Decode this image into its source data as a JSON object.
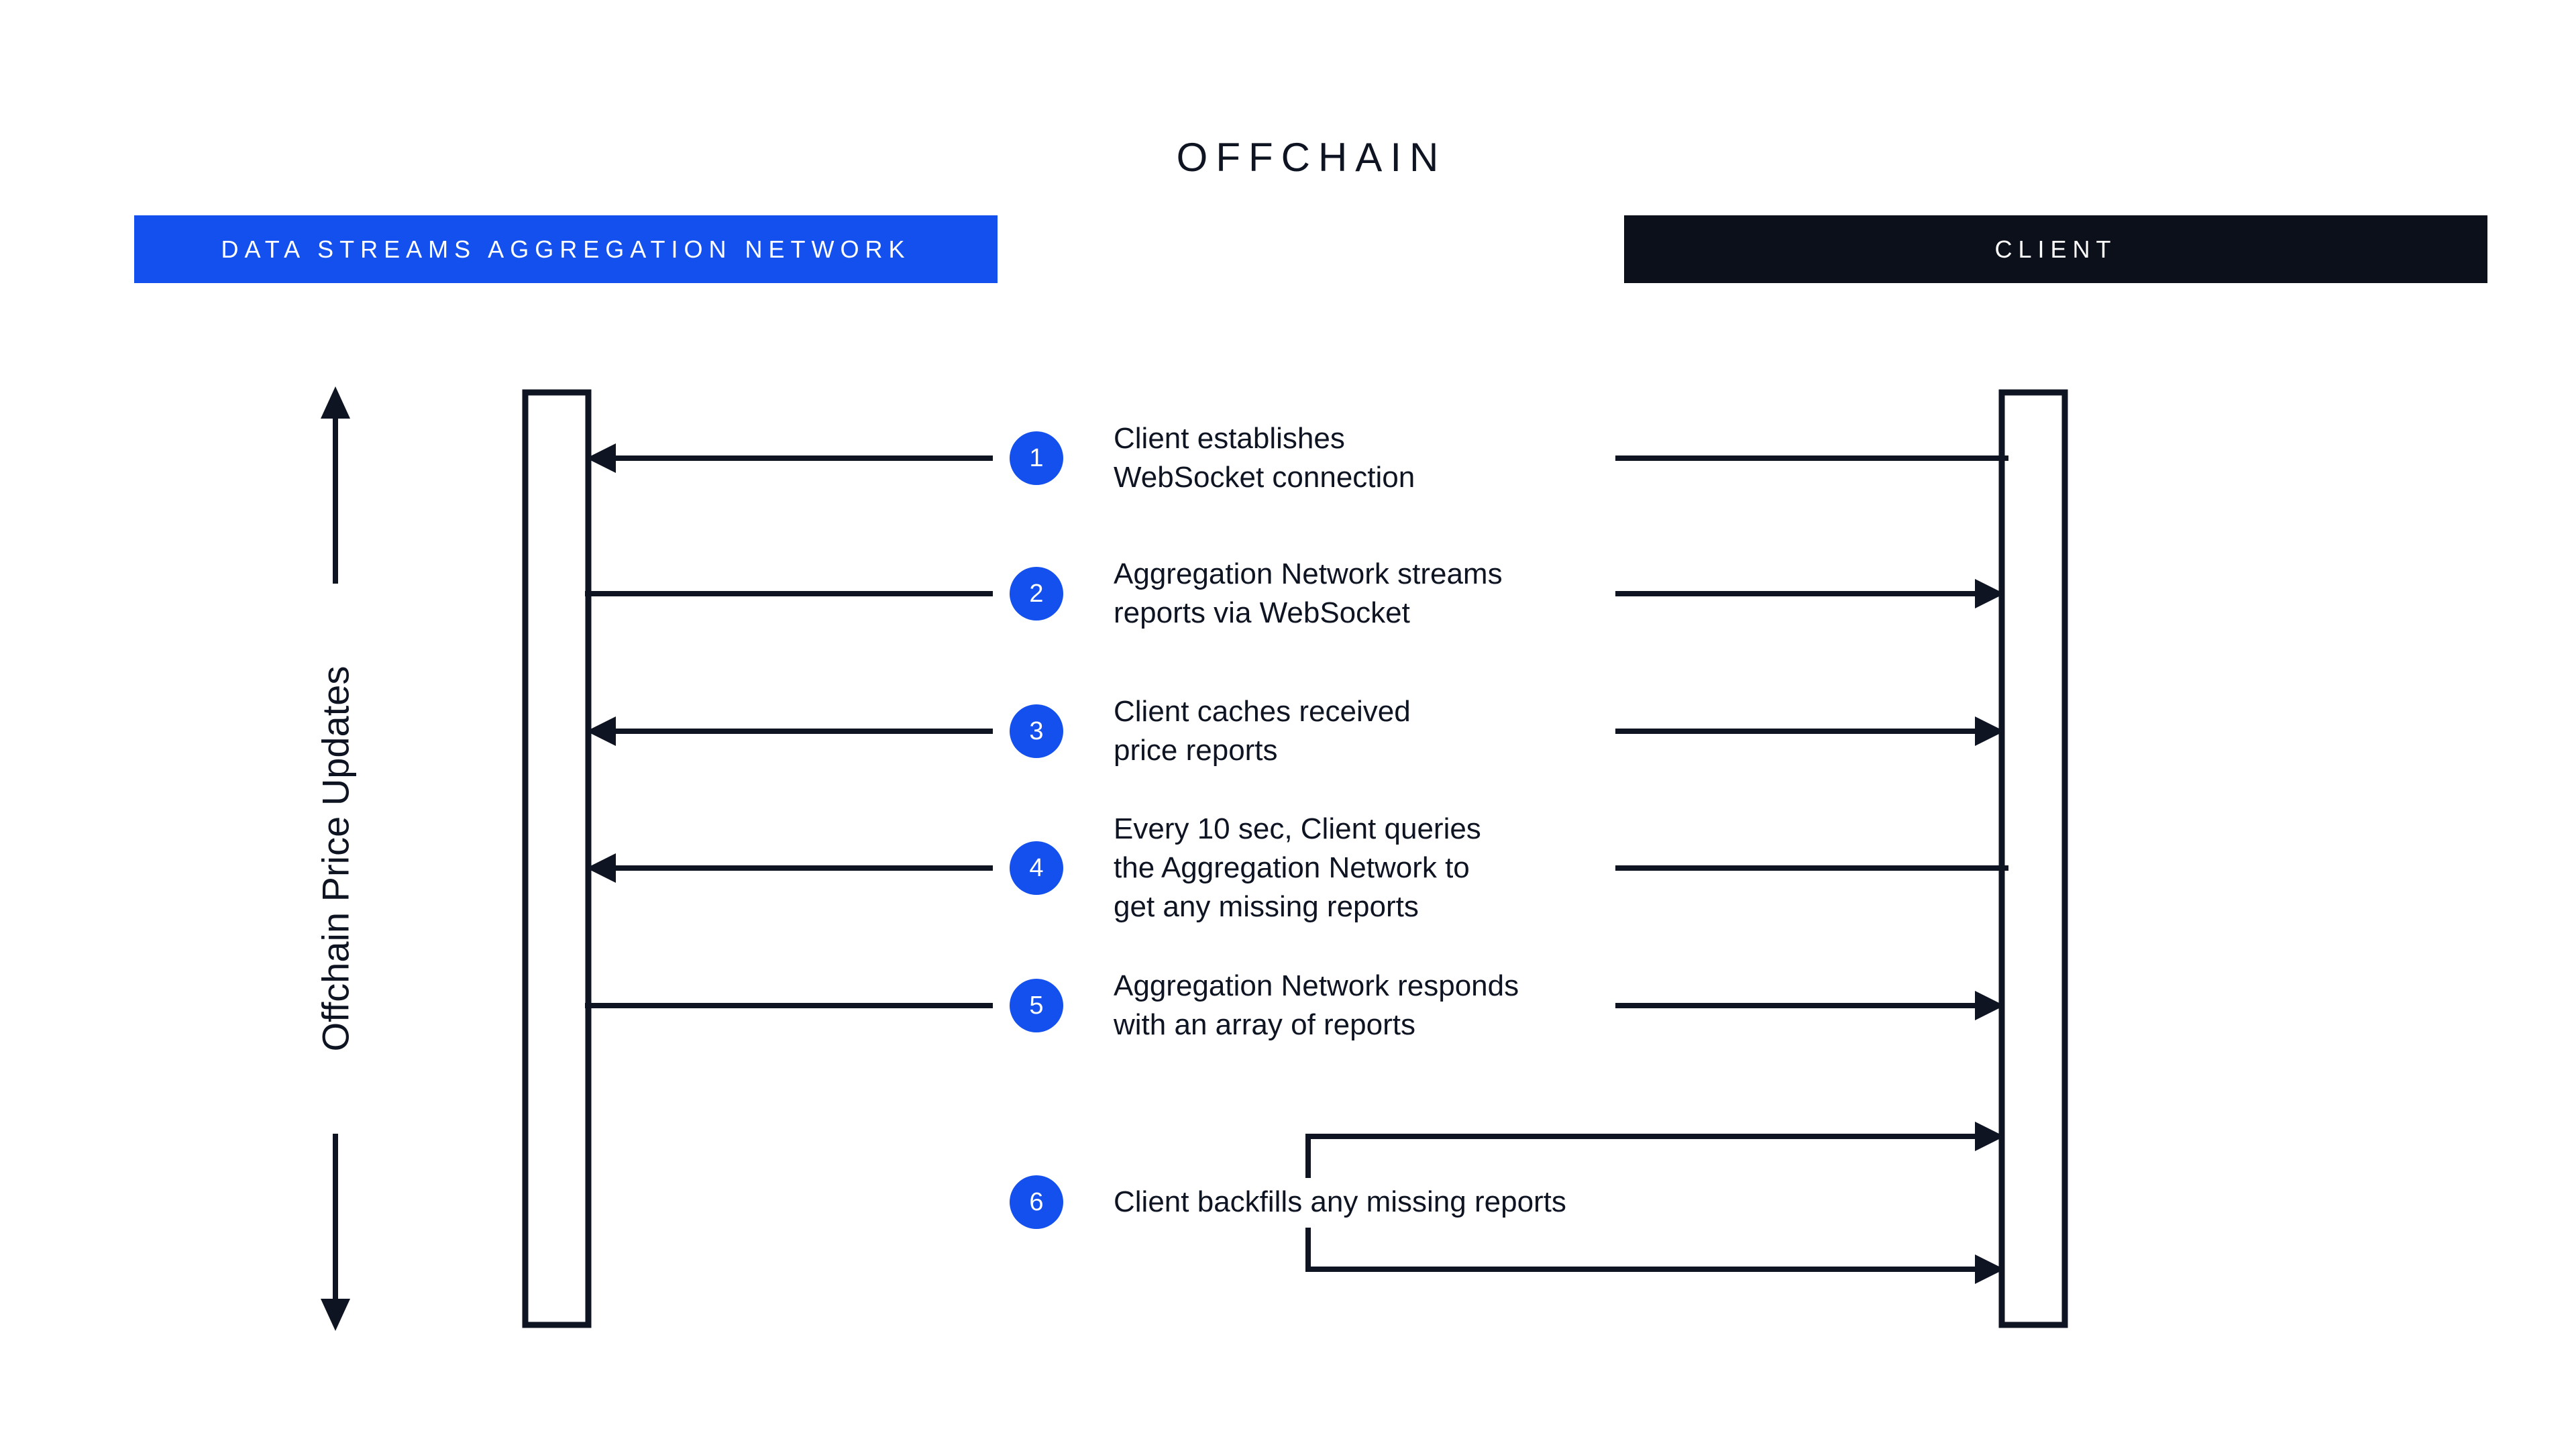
{
  "title": "OFFCHAIN",
  "actors": {
    "network": {
      "label": "DATA STREAMS AGGREGATION NETWORK"
    },
    "client": {
      "label": "CLIENT"
    }
  },
  "axis_label": "Offchain Price Updates",
  "steps": [
    {
      "num": "1",
      "direction": "client-to-network",
      "lines": [
        "Client establishes",
        "WebSocket connection"
      ]
    },
    {
      "num": "2",
      "direction": "network-to-client",
      "lines": [
        "Aggregation Network streams",
        "reports via WebSocket"
      ]
    },
    {
      "num": "3",
      "direction": "network-to-client",
      "lines": [
        "Client caches received",
        "price reports"
      ]
    },
    {
      "num": "4",
      "direction": "client-to-network",
      "lines": [
        "Every 10 sec, Client queries",
        "the Aggregation Network to",
        "get any missing reports"
      ]
    },
    {
      "num": "5",
      "direction": "network-to-client",
      "lines": [
        "Aggregation Network responds",
        "with an array of reports"
      ]
    },
    {
      "num": "6",
      "direction": "client-self-loop",
      "lines": [
        "Client backfills any missing reports"
      ]
    }
  ],
  "colors": {
    "accent": "#1450EE",
    "ink": "#0E1422",
    "client_box": "#0B101B"
  }
}
